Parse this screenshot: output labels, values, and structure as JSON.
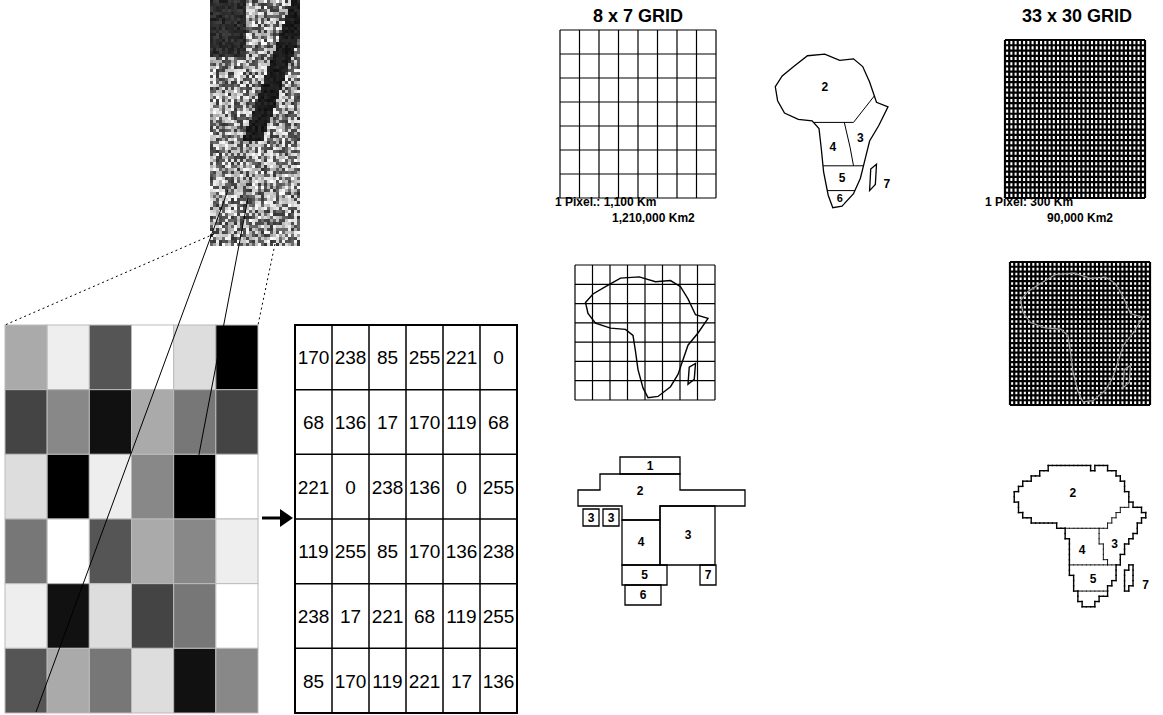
{
  "diagram": {
    "labels": [
      "8 x 7 GRID",
      "33 x 30 GRID",
      "1 Pixel.: 1,100 Km",
      "1,210,000 Km2",
      "1 Pixel: 300 Km",
      "90,000 Km2",
      "170",
      "238",
      "85",
      "255",
      "221",
      "0",
      "68",
      "136",
      "17",
      "170",
      "119",
      "68",
      "221",
      "0",
      "238",
      "136",
      "0",
      "255",
      "119",
      "255",
      "85",
      "170",
      "136",
      "238",
      "238",
      "17",
      "221",
      "68",
      "119",
      "255",
      "85",
      "170",
      "119",
      "221",
      "17",
      "136",
      "2",
      "3",
      "4",
      "5",
      "6",
      "7",
      "1",
      "2",
      "3",
      "3",
      "4",
      "3",
      "5",
      "7",
      "6",
      "2",
      "4",
      "3",
      "5",
      "7"
    ]
  }
}
